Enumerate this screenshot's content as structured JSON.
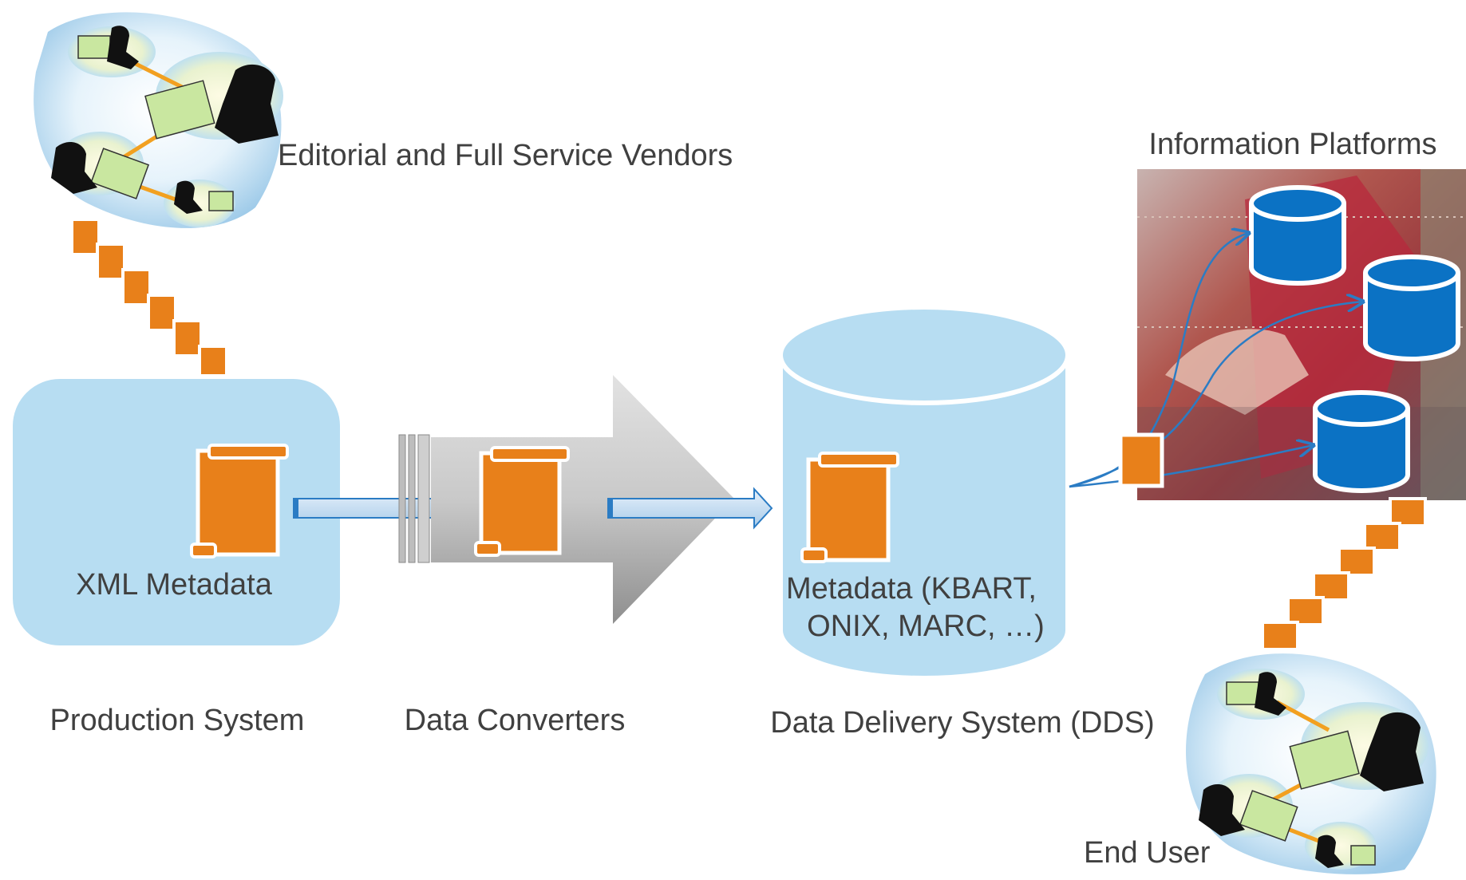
{
  "labels": {
    "vendors": "Editorial and Full Service Vendors",
    "platforms": "Information Platforms",
    "xml_metadata": "XML Metadata",
    "metadata_line1": "Metadata (KBART,",
    "metadata_line2": "ONIX, MARC, …)",
    "production_system": "Production System",
    "data_converters": "Data Converters",
    "dds": "Data Delivery System (DDS)",
    "end_user": "End User"
  },
  "colors": {
    "document_orange": "#E8801A",
    "production_box": "#B7DDF2",
    "dds_cylinder": "#B7DDF2",
    "platform_db": "#0B72C4",
    "flow_arrow": "#2B7CC4",
    "converter_gray": "#B5B5B5",
    "text": "#404040"
  },
  "icons": {
    "vendor_group": "people-at-laptops-icon",
    "end_user_group": "people-at-laptops-icon",
    "document": "document-icon",
    "database": "database-icon"
  }
}
